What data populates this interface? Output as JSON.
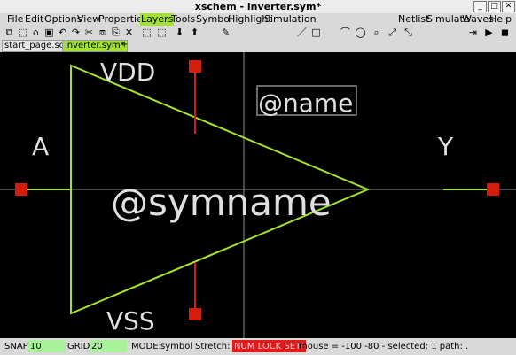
{
  "window": {
    "title": "xschem - inverter.sym*",
    "minimize": "_",
    "maximize": "□",
    "close": "✕"
  },
  "menu": {
    "left": [
      "File",
      "Edit",
      "Options",
      "View",
      "Properties",
      "Layers",
      "Tools",
      "Symbol",
      "Highlight",
      "Simulation"
    ],
    "right": [
      "Netlist",
      "Simulate",
      "Waves",
      "Help"
    ],
    "active": "Layers"
  },
  "toolbar": {
    "icons": [
      "new-schematic-icon",
      "new-symbol-icon",
      "open-icon",
      "save-icon",
      "undo-icon",
      "redo-icon",
      "cut-icon",
      "copy-icon",
      "paste-icon",
      "delete-icon",
      "select-icon",
      "move-icon",
      "push-icon",
      "pop-icon",
      "wire-icon",
      "line-icon",
      "rect-icon",
      "arc-icon",
      "circle-icon",
      "zoom-icon",
      "zoom-full-icon",
      "zoom-in-icon",
      "netlist-icon",
      "simulate-icon",
      "waves-icon"
    ],
    "glyphs": [
      "⧉",
      "⬚",
      "⌂",
      "▣",
      "↶",
      "↷",
      "✂",
      "⧈",
      "⎘",
      "✕",
      "⬚",
      "⬚",
      "⬇",
      "⬆",
      "✎",
      "／",
      "□",
      "⌒",
      "◯",
      "⌕",
      "⤢",
      "⤡",
      "⇥",
      "▶",
      "◼"
    ]
  },
  "tabs": [
    {
      "label": "start_page.sch",
      "active": false
    },
    {
      "label": "inverter.sym*",
      "active": true
    }
  ],
  "tab_add": "+",
  "symbol": {
    "vdd": "VDD",
    "vss": "VSS",
    "in": "A",
    "out": "Y",
    "name": "@name",
    "symname": "@symname"
  },
  "status": {
    "snap_label": "SNAP:",
    "snap": "10",
    "grid_label": "GRID:",
    "grid": "20",
    "mode_label": "MODE:",
    "mode": "symbol",
    "stretch": "Stretch: 0",
    "numlock": "NUM LOCK SET!",
    "info": "mouse = -100 -80 - selected: 1 path: ."
  },
  "colors": {
    "shape": "#a3e22f",
    "pin": "#d21e0a",
    "text": "#e0e0e0",
    "canvas": "#000000",
    "axis": "#8c8c8c"
  }
}
